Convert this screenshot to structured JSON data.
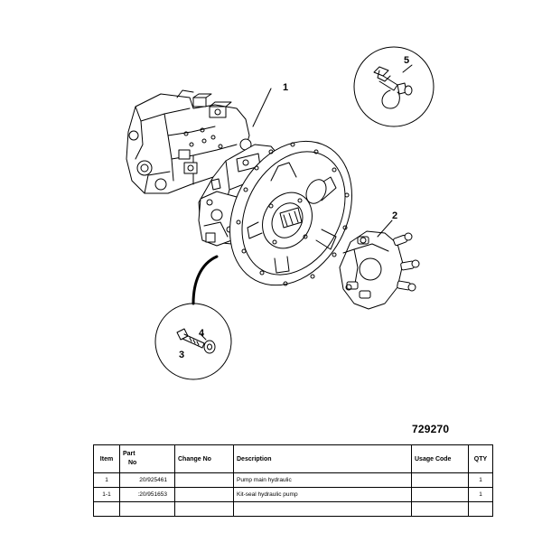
{
  "figure": {
    "number": "729270",
    "callouts": [
      "1",
      "2",
      "3",
      "4",
      "5"
    ]
  },
  "table": {
    "headers": {
      "item": "Item",
      "part_no_line1": "Part",
      "part_no_line2": "No",
      "change_no": "Change No",
      "description": "Description",
      "usage_code": "Usage Code",
      "qty": "QTY"
    },
    "rows": [
      {
        "item": "1",
        "part_no": "20/925461",
        "change_no": "",
        "description": "Pump main hydraulic",
        "usage_code": "",
        "qty": "1"
      },
      {
        "item": "1-1",
        "part_no": ":20/951653",
        "change_no": "",
        "description": "Kit-seal hydraulic pump",
        "usage_code": "",
        "qty": "1"
      },
      {
        "item": "",
        "part_no": "",
        "change_no": "",
        "description": "",
        "usage_code": "",
        "qty": ""
      }
    ]
  }
}
